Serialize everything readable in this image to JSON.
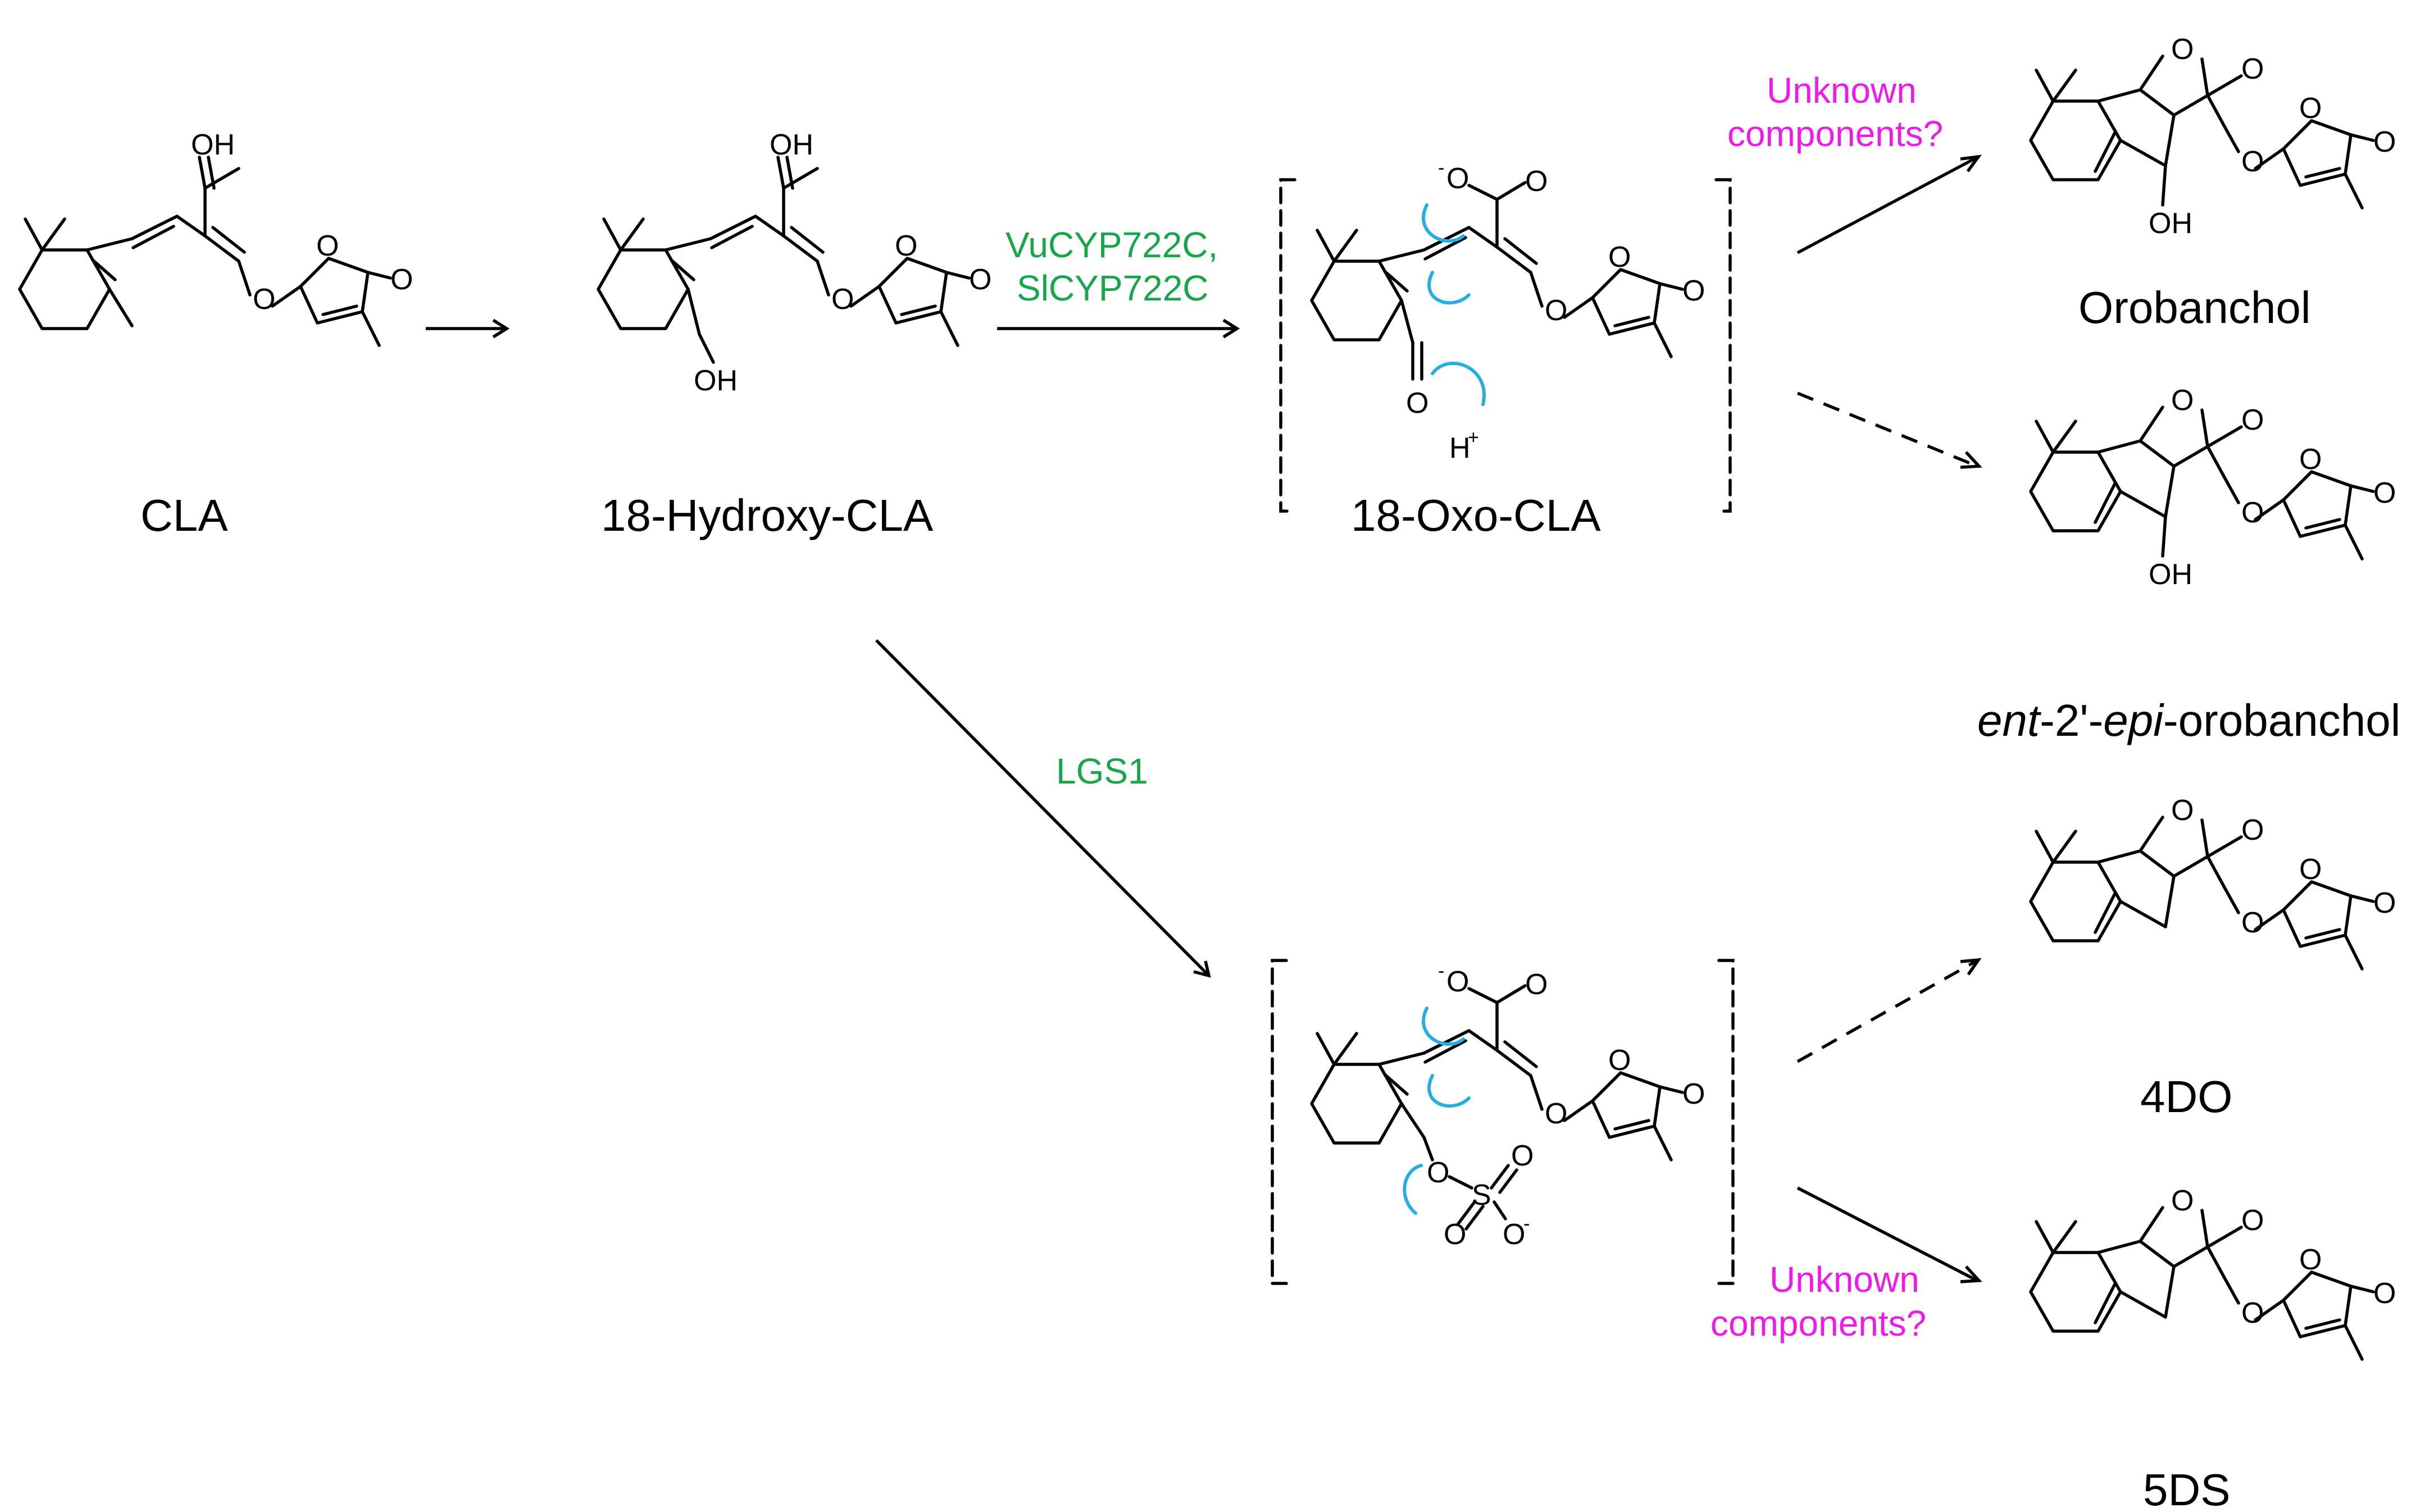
{
  "colors": {
    "enzyme": "#17a64a",
    "unknown": "#ee1ae6",
    "electron_arrow": "#27aee0",
    "ink": "#000000"
  },
  "compounds": {
    "cla": "CLA",
    "hydroxy_cla": "18-Hydroxy-CLA",
    "oxo_cla": "18-Oxo-CLA",
    "orobanchol": "Orobanchol",
    "ent_epi_part1": "ent",
    "ent_epi_part2": "-2'-",
    "ent_epi_part3": "epi",
    "ent_epi_part4": "-orobanchol",
    "four_do": "4DO",
    "five_ds": "5DS"
  },
  "enzymes": {
    "vucyp": "VuCYP722C,",
    "slcyp": "SlCYP722C",
    "lgs1": "LGS1"
  },
  "unknown": {
    "top_line1": "Unknown",
    "top_line2": "components?",
    "bottom_line1": "Unknown",
    "bottom_line2": "components?"
  },
  "atoms": {
    "o": "O",
    "oh": "OH",
    "s": "S",
    "h": "H",
    "plus": "+",
    "minus": "-",
    "o_minus": "O",
    "carboxylic": "OH"
  }
}
